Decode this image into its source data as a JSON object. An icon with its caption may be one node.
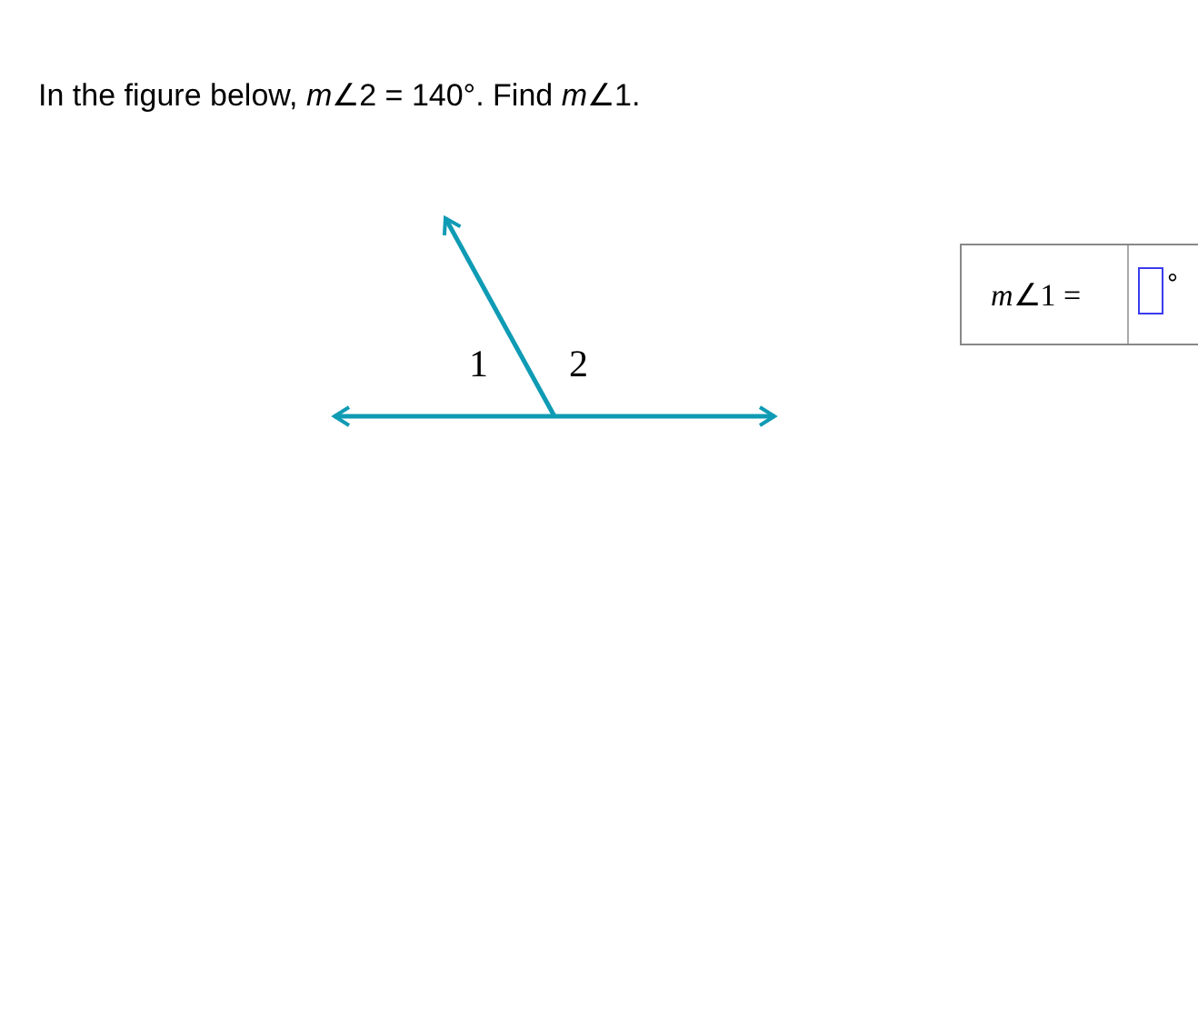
{
  "diagram": {
    "title": "In the figure below, *m*∠2 = 140°. Find *m*∠1.",
    "labels": [
      "1",
      "2",
      "*m*∠1 =",
      "°"
    ]
  }
}
